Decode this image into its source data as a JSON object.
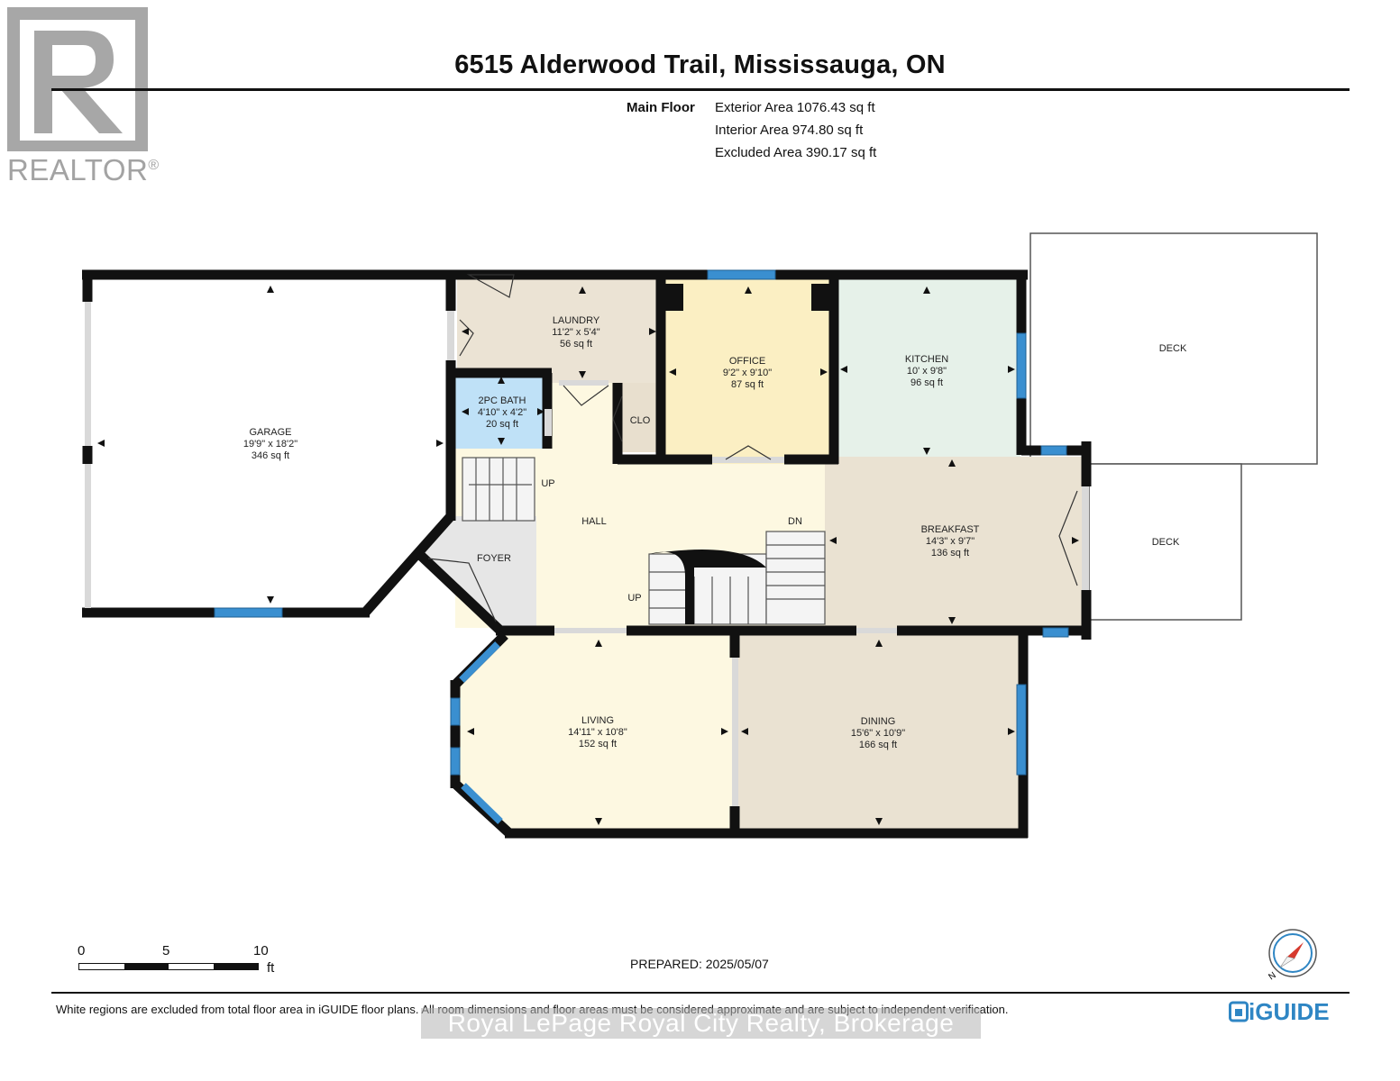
{
  "header": {
    "title": "6515 Alderwood Trail, Mississauga, ON",
    "floor_name": "Main Floor",
    "exterior_area": "Exterior Area 1076.43 sq ft",
    "interior_area": "Interior Area 974.80 sq ft",
    "excluded_area": "Excluded Area 390.17 sq ft"
  },
  "logo": {
    "realtor": "REALTOR",
    "realtor_mark": "®",
    "iguide": "iGUIDE"
  },
  "rooms": {
    "garage": {
      "name": "GARAGE",
      "dims": "19'9\" x 18'2\"",
      "area": "346 sq ft"
    },
    "laundry": {
      "name": "LAUNDRY",
      "dims": "11'2\" x 5'4\"",
      "area": "56 sq ft"
    },
    "bath": {
      "name": "2PC BATH",
      "dims": "4'10\" x 4'2\"",
      "area": "20 sq ft"
    },
    "office": {
      "name": "OFFICE",
      "dims": "9'2\" x 9'10\"",
      "area": "87 sq ft"
    },
    "kitchen": {
      "name": "KITCHEN",
      "dims": "10' x 9'8\"",
      "area": "96 sq ft"
    },
    "breakfast": {
      "name": "BREAKFAST",
      "dims": "14'3\" x 9'7\"",
      "area": "136 sq ft"
    },
    "living": {
      "name": "LIVING",
      "dims": "14'11\" x 10'8\"",
      "area": "152 sq ft"
    },
    "dining": {
      "name": "DINING",
      "dims": "15'6\" x 10'9\"",
      "area": "166 sq ft"
    }
  },
  "labels": {
    "clo": "CLO",
    "hall": "HALL",
    "foyer": "FOYER",
    "up": "UP",
    "dn": "DN",
    "deck": "DECK"
  },
  "scale": {
    "zero": "0",
    "five": "5",
    "ten": "10",
    "unit": "ft"
  },
  "compass": {
    "north": "N"
  },
  "footer": {
    "prepared": "PREPARED: 2025/05/07",
    "disclaimer": "White regions are excluded from total floor area in iGUIDE floor plans. All room dimensions and floor areas must be considered approximate and are subject to independent verification.",
    "watermark": "Royal LePage Royal City Realty, Brokerage"
  },
  "colors": {
    "wall": "#111111",
    "window": "#3a8fd0",
    "garage": "#ffffff",
    "laundry": "#ebe3d4",
    "bath": "#bfe1f7",
    "office": "#fbefc3",
    "kitchen": "#e6f1e9",
    "breakfast": "#eae2d2",
    "hall": "#fdf8e1",
    "foyer": "#e6e6e6",
    "living": "#fdf8e1",
    "dining": "#eae2d2"
  }
}
